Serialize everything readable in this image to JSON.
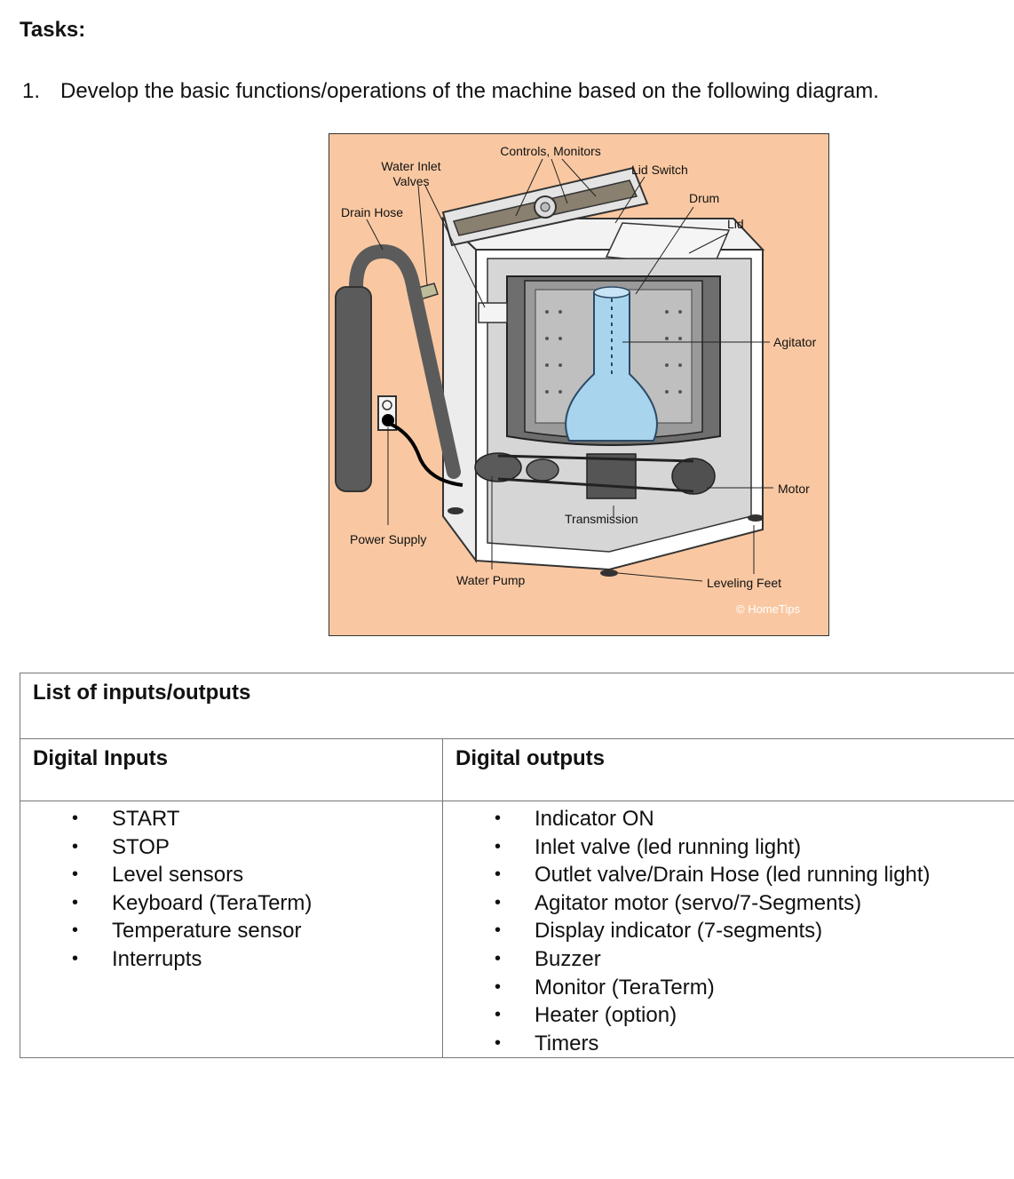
{
  "heading": "Tasks:",
  "task": {
    "number": "1.",
    "text": "Develop the basic functions/operations of the machine based on the following diagram."
  },
  "figure": {
    "labels": {
      "controls_monitors": "Controls, Monitors",
      "water_inlet_1": "Water Inlet",
      "water_inlet_2": "Valves",
      "lid_switch": "Lid Switch",
      "drum": "Drum",
      "lid": "Lid",
      "drain_hose": "Drain Hose",
      "agitator": "Agitator",
      "motor": "Motor",
      "transmission": "Transmission",
      "power_supply": "Power Supply",
      "water_pump": "Water Pump",
      "leveling_feet": "Leveling Feet",
      "watermark": "© HomeTips"
    },
    "colors": {
      "background": "#f9c8a2",
      "agitator": "#a9d4ee",
      "drum": "#6e6e6e",
      "cabinet": "#ffffff"
    }
  },
  "table": {
    "title": "List of inputs/outputs",
    "inputs_header": "Digital Inputs",
    "outputs_header": "Digital outputs",
    "inputs": [
      "START",
      "STOP",
      "Level sensors",
      "Keyboard (TeraTerm)",
      "Temperature sensor",
      "Interrupts"
    ],
    "outputs": [
      "Indicator ON",
      "Inlet valve (led running light)",
      "Outlet valve/Drain Hose (led running light)",
      "Agitator motor (servo/7-Segments)",
      "Display indicator (7-segments)",
      "Buzzer",
      "Monitor (TeraTerm)",
      "Heater (option)",
      "Timers"
    ]
  }
}
